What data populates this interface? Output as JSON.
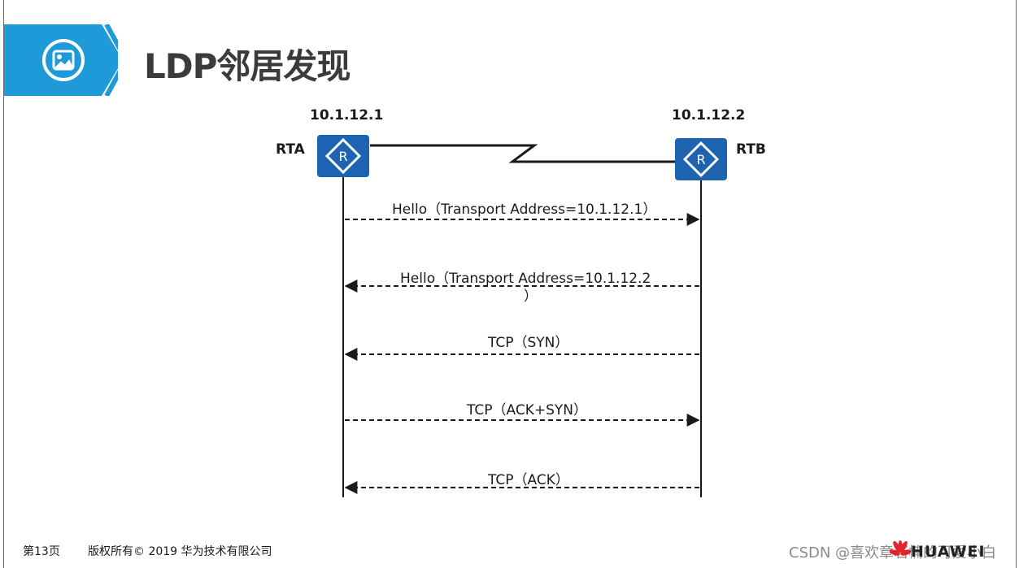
{
  "title": "LDP邻居发现",
  "routers": [
    {
      "name": "RTA",
      "ip": "10.1.12.1",
      "icon_letter": "R"
    },
    {
      "name": "RTB",
      "ip": "10.1.12.2",
      "icon_letter": "R"
    }
  ],
  "messages": [
    {
      "label": "Hello（Transport Address=10.1.12.1）",
      "direction": "RTA->RTB"
    },
    {
      "label": "Hello（Transport Address=10.1.12.2",
      "label_cont": "）",
      "direction": "RTB->RTA"
    },
    {
      "label": "TCP（SYN）",
      "direction": "RTB->RTA"
    },
    {
      "label": "TCP（ACK+SYN）",
      "direction": "RTA->RTB"
    },
    {
      "label": "TCP（ACK）",
      "direction": "RTB->RTA"
    }
  ],
  "footer": {
    "page": "第13页",
    "copyright": "版权所有© 2019 华为技术有限公司"
  },
  "watermark": "CSDN @喜欢章若楠的可爱小白",
  "brand": "HUAWEI",
  "colors": {
    "accent": "#1e9ad9",
    "router": "#1e63b0",
    "logo": "#e3232b"
  }
}
